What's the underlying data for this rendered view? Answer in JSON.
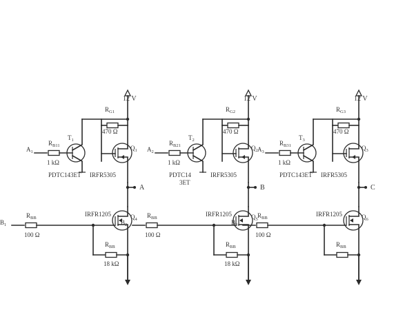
{
  "stages": [
    {
      "id": "A",
      "supply": "12 V",
      "in_a": {
        "name": "A",
        "sub": "1"
      },
      "in_b": {
        "name": "B",
        "sub": "1"
      },
      "r_base": {
        "name": "R",
        "sub": "B11",
        "value": "1 kΩ"
      },
      "r_pull": {
        "name": "R",
        "sub": "G1",
        "value": "470 Ω"
      },
      "r_gate": {
        "name": "R",
        "sub": "BB",
        "value": "100 Ω"
      },
      "r_load": {
        "name": "R",
        "sub": "BB",
        "value": "18 kΩ"
      },
      "t1": {
        "name": "T",
        "sub": "1",
        "part": "PDTC143ET"
      },
      "q_top": {
        "name": "Q",
        "sub": "1",
        "part": "IRFR5305"
      },
      "q_bot": {
        "name": "Q",
        "sub": "4",
        "part": "IRFR1205"
      },
      "output": "A"
    },
    {
      "id": "B",
      "supply": "12 V",
      "in_a": {
        "name": "A",
        "sub": "2"
      },
      "in_b": {
        "name": "B",
        "sub": "2"
      },
      "r_base": {
        "name": "R",
        "sub": "B21",
        "value": "1 kΩ"
      },
      "r_pull": {
        "name": "R",
        "sub": "G2",
        "value": "470 Ω"
      },
      "r_gate": {
        "name": "R",
        "sub": "BB",
        "value": "100 Ω"
      },
      "r_load": {
        "name": "R",
        "sub": "BB",
        "value": "18 kΩ"
      },
      "t1": {
        "name": "T",
        "sub": "2",
        "part": "PDTC14",
        "part2": "3ET"
      },
      "q_top": {
        "name": "Q",
        "sub": "2",
        "part": "IRFR5305"
      },
      "q_bot": {
        "name": "Q",
        "sub": "5",
        "part": "IRFR1205"
      },
      "output": "B"
    },
    {
      "id": "C",
      "supply": "12 V",
      "in_a": {
        "name": "A",
        "sub": "3"
      },
      "in_b": {
        "name": "B",
        "sub": "3"
      },
      "r_base": {
        "name": "R",
        "sub": "B31",
        "value": "1 kΩ"
      },
      "r_pull": {
        "name": "R",
        "sub": "G3",
        "value": "470 Ω"
      },
      "r_gate": {
        "name": "R",
        "sub": "BB",
        "value": "100 Ω"
      },
      "r_load": {
        "name": "R",
        "sub": "BB",
        "value": ""
      },
      "t1": {
        "name": "T",
        "sub": "3",
        "part": "PDTC143ET"
      },
      "q_top": {
        "name": "Q",
        "sub": "3",
        "part": "IRFR5305"
      },
      "q_bot": {
        "name": "Q",
        "sub": "6",
        "part": "IRFR1205"
      },
      "output": "C"
    }
  ]
}
